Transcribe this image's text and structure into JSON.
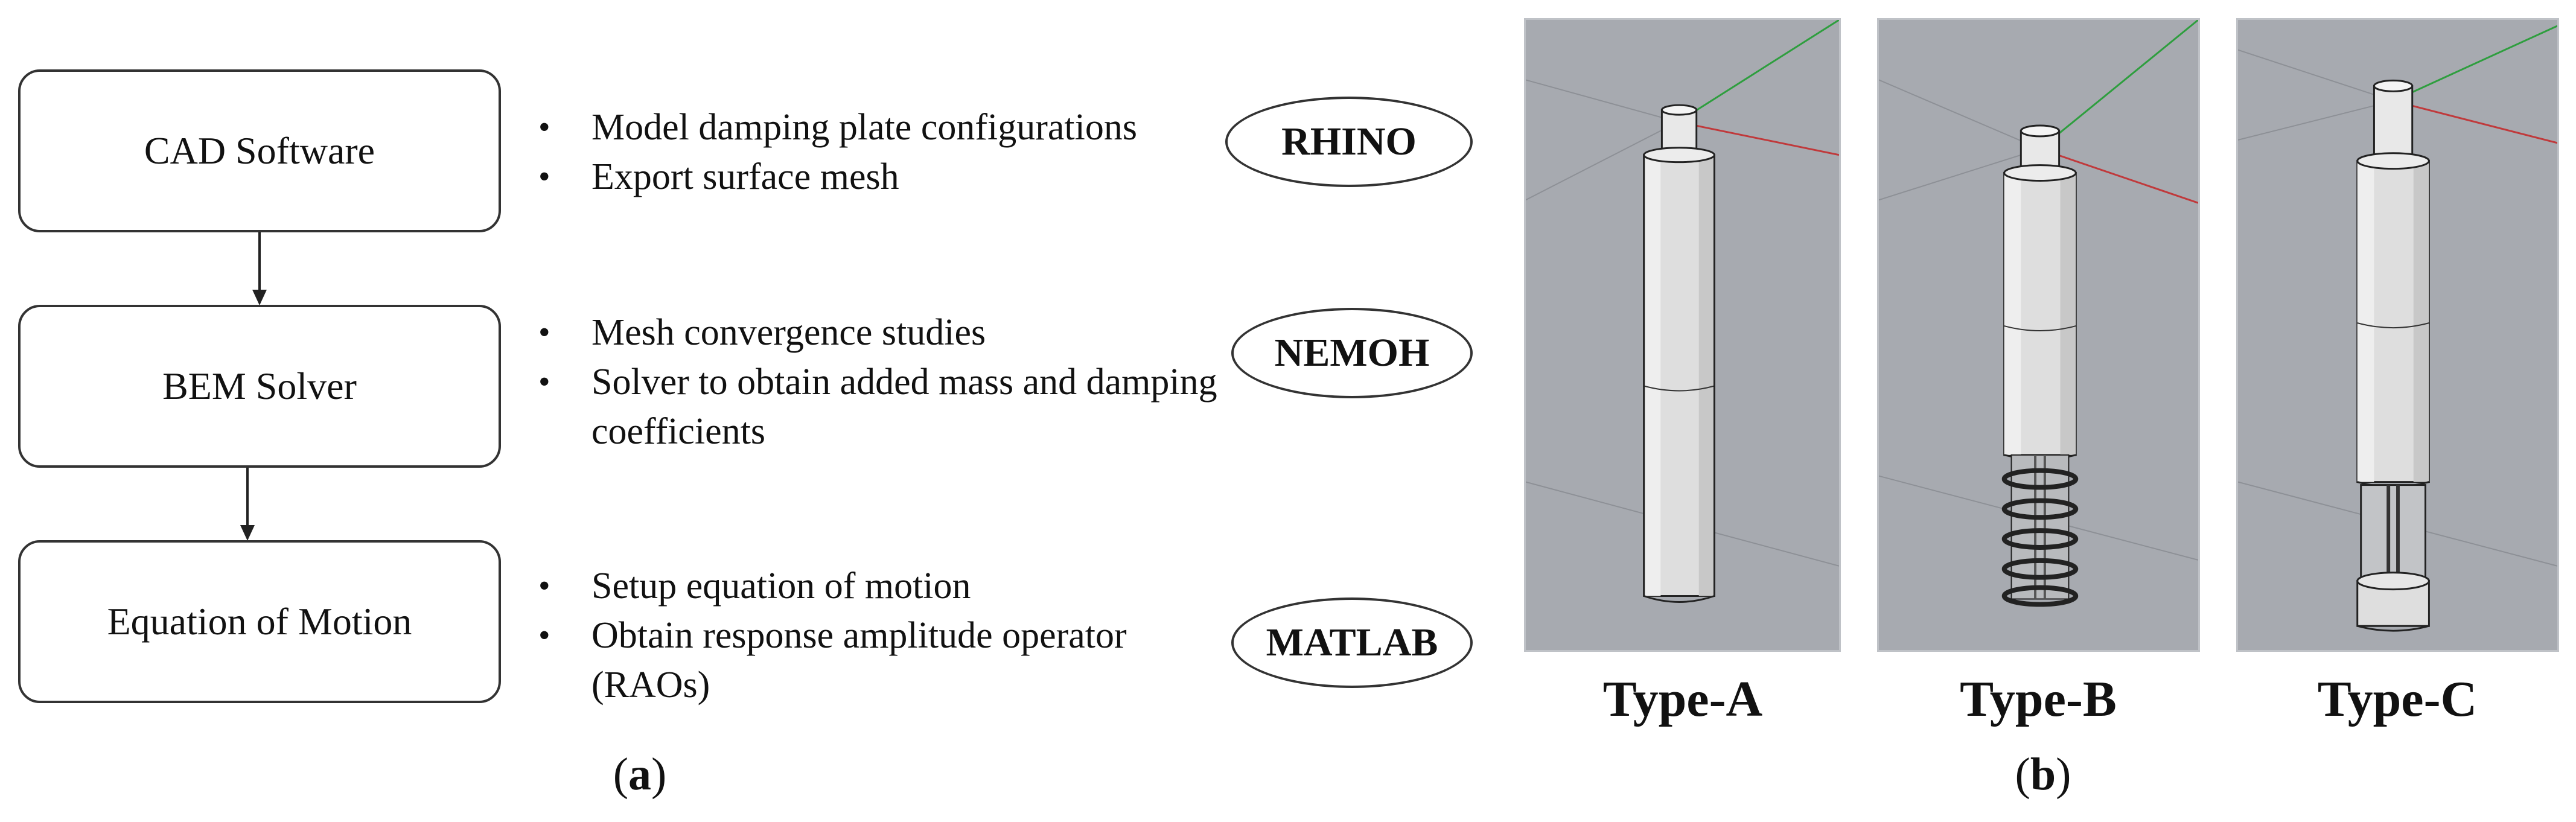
{
  "workflow": {
    "steps": [
      {
        "label": "CAD Software",
        "tool": "RHINO",
        "bullets": [
          "Model damping plate configurations",
          "Export surface mesh"
        ]
      },
      {
        "label": "BEM Solver",
        "tool": "NEMOH",
        "bullets": [
          "Mesh convergence studies",
          "Solver to obtain added mass and damping coefficients"
        ]
      },
      {
        "label": "Equation of Motion",
        "tool": "MATLAB",
        "bullets": [
          "Setup equation of motion",
          "Obtain response amplitude operator (RAOs)"
        ]
      }
    ]
  },
  "renders": {
    "types": [
      "Type-A",
      "Type-B",
      "Type-C"
    ],
    "background_color": "#a7aab0",
    "axis_colors": {
      "x": "#c0393b",
      "y": "#2e9e3e"
    }
  },
  "captions": {
    "a": {
      "open": "(",
      "letter": "a",
      "close": ")"
    },
    "b": {
      "open": "(",
      "letter": "b",
      "close": ")"
    }
  }
}
